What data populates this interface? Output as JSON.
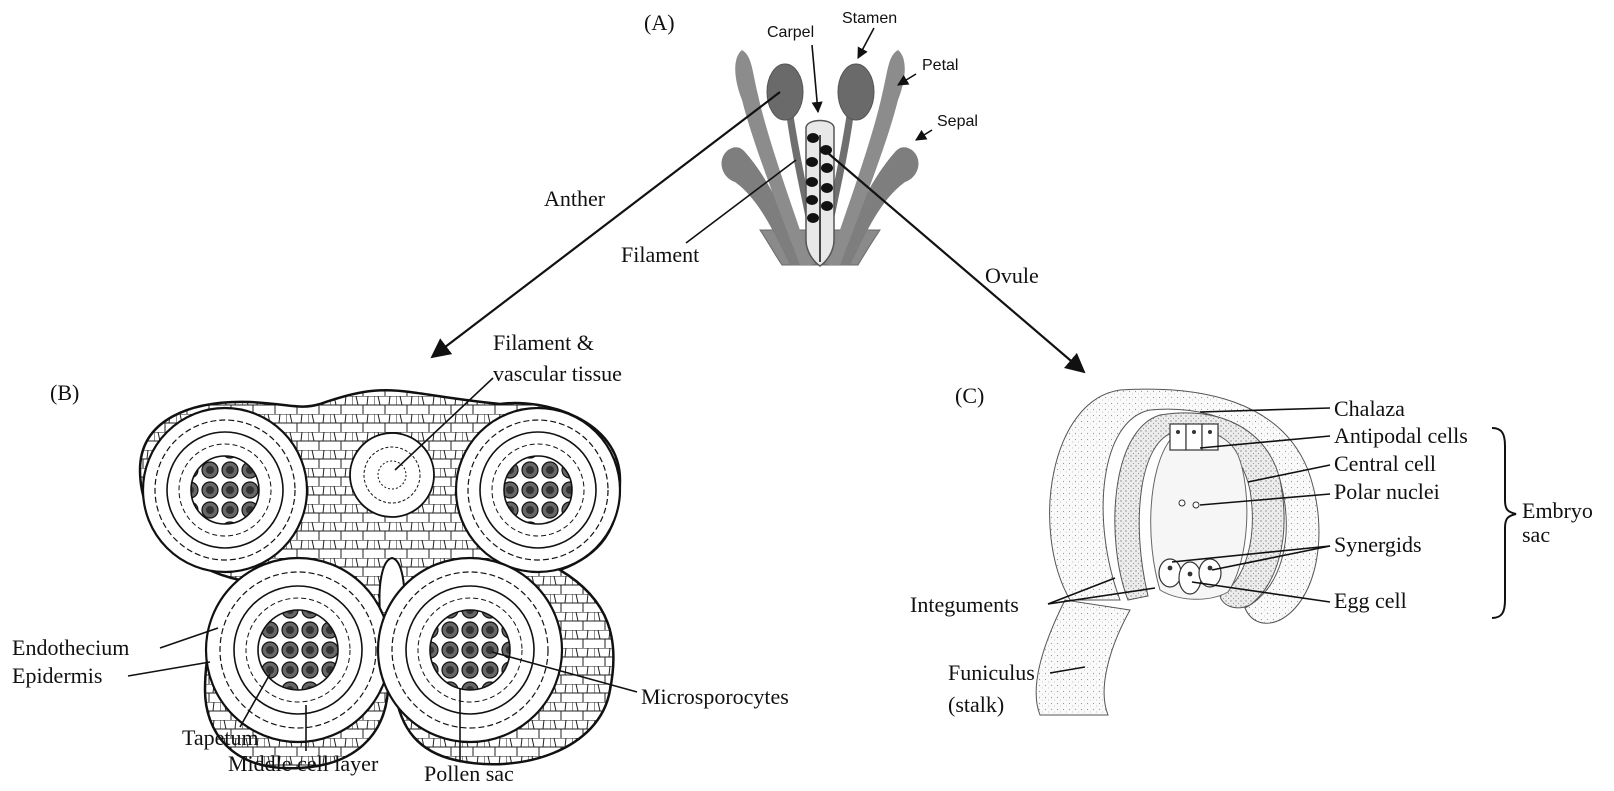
{
  "panels": {
    "a": "(A)",
    "b": "(B)",
    "c": "(C)"
  },
  "flower": {
    "carpel": "Carpel",
    "stamen": "Stamen",
    "petal": "Petal",
    "sepal": "Sepal",
    "anther": "Anther",
    "filament": "Filament",
    "ovule": "Ovule"
  },
  "anther_section": {
    "filament_vascular_line1": "Filament &",
    "filament_vascular_line2": "vascular tissue",
    "endothecium": "Endothecium",
    "epidermis": "Epidermis",
    "tapetum": "Tapetum",
    "middle_cell_layer": "Middle cell layer",
    "pollen_sac": "Pollen sac",
    "microsporocytes": "Microsporocytes"
  },
  "ovule_section": {
    "chalaza": "Chalaza",
    "antipodal_cells": "Antipodal cells",
    "central_cell": "Central cell",
    "polar_nuclei": "Polar nuclei",
    "synergids": "Synergids",
    "egg_cell": "Egg cell",
    "integuments": "Integuments",
    "funiculus": "Funiculus",
    "stalk": "(stalk)",
    "embryo_sac_line1": "Embryo",
    "embryo_sac_line2": "sac"
  }
}
